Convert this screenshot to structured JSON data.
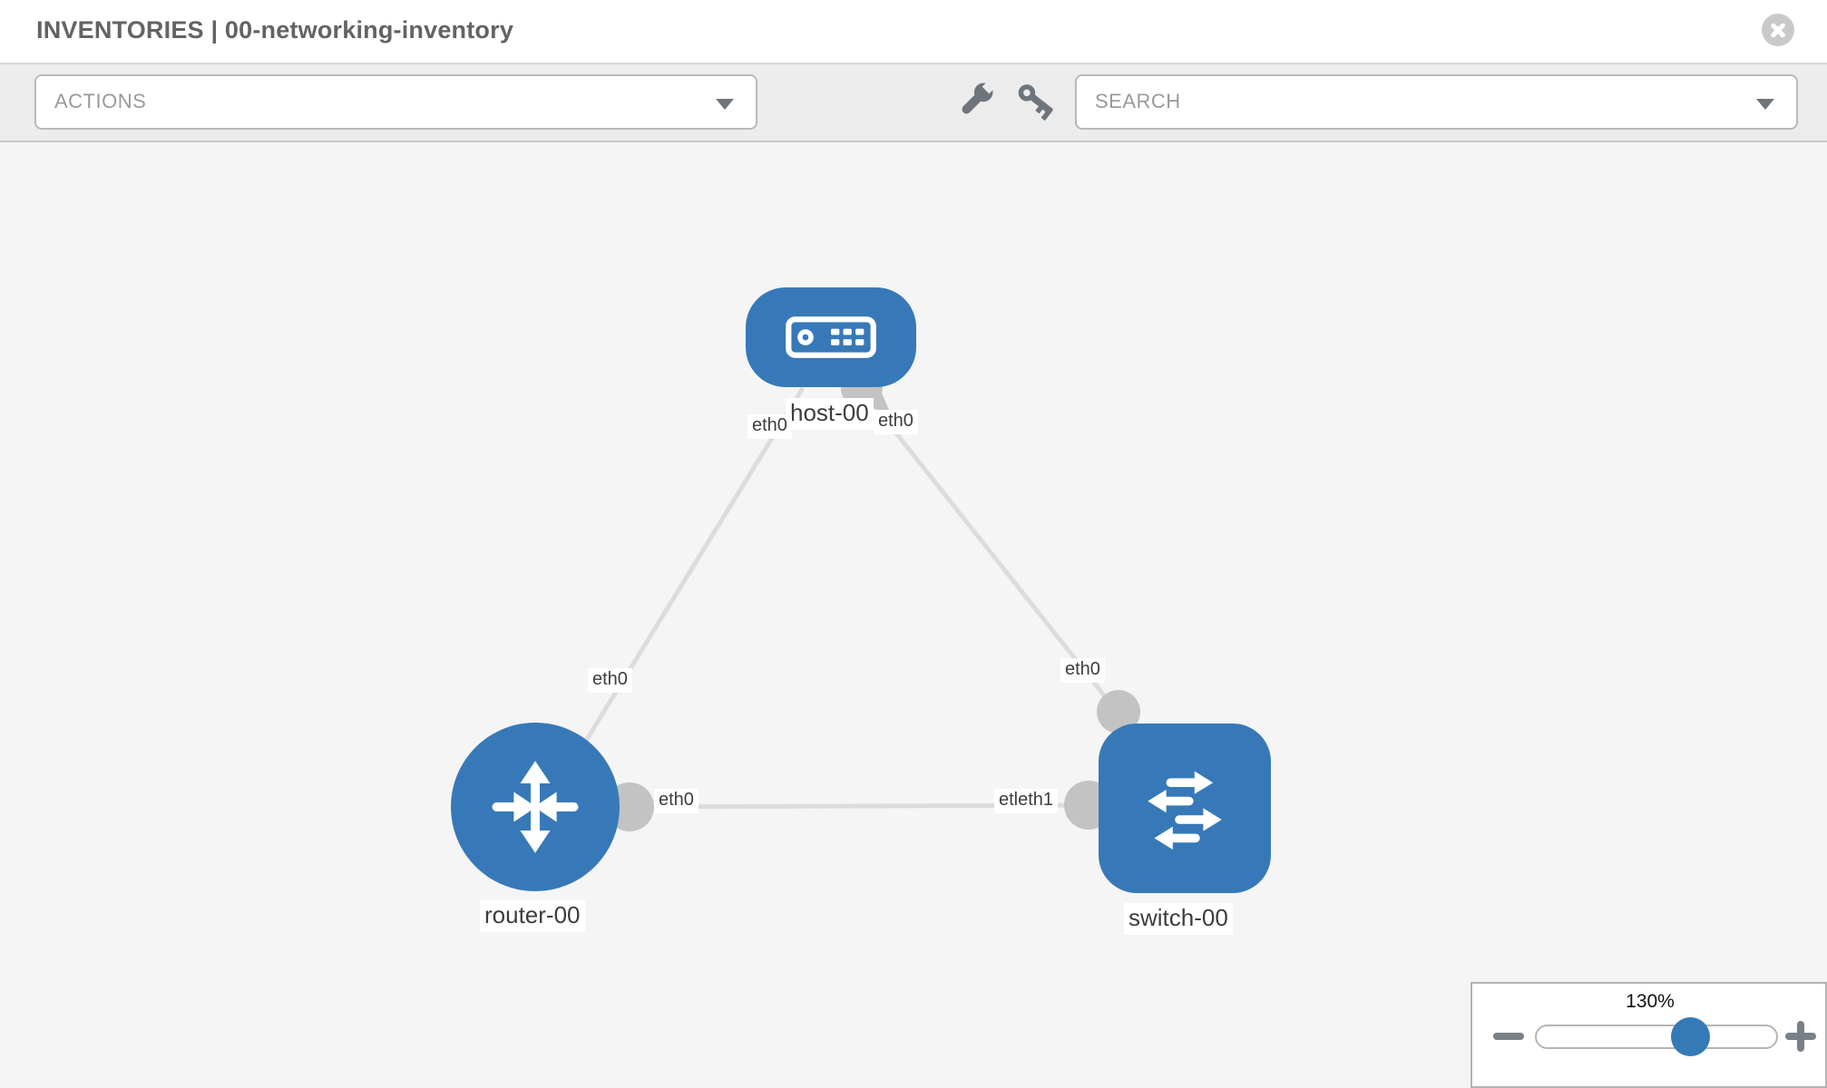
{
  "header": {
    "title": "INVENTORIES | 00-networking-inventory",
    "icons": {
      "close": "close-icon"
    }
  },
  "toolbar": {
    "actions_label": "ACTIONS",
    "search_label": "SEARCH",
    "icons": {
      "tools": "wrench-icon",
      "credentials": "key-icon",
      "dropdown": "caret-down-icon"
    }
  },
  "topology": {
    "nodes": [
      {
        "id": "host-00",
        "type": "host",
        "label": "host-00"
      },
      {
        "id": "router-00",
        "type": "router",
        "label": "router-00"
      },
      {
        "id": "switch-00",
        "type": "switch",
        "label": "switch-00"
      }
    ],
    "links": [
      {
        "endpoints": [
          "host-00",
          "router-00"
        ],
        "labels": [
          "eth0",
          "eth0"
        ]
      },
      {
        "endpoints": [
          "host-00",
          "switch-00"
        ],
        "labels": [
          "eth0",
          "eth0"
        ]
      },
      {
        "endpoints": [
          "router-00",
          "switch-00"
        ],
        "labels": [
          "eth0",
          "etleth1"
        ]
      }
    ],
    "colors": {
      "node_blue": "#3779b8",
      "edge_gray": "#dcdcdc",
      "port_gray": "#c3c3c3",
      "label_text": "#3d3d3d"
    }
  },
  "zoom_control": {
    "value": "130%",
    "icons": {
      "zoom_out": "minus-icon",
      "zoom_in": "plus-icon",
      "handle": "slider-handle"
    }
  }
}
